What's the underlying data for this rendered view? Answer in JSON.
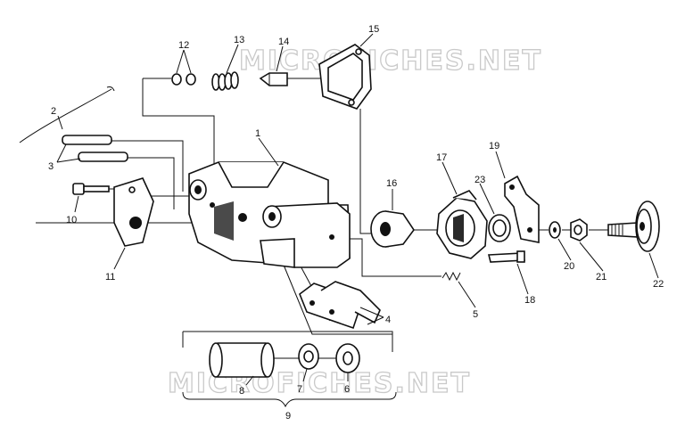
{
  "watermarks": [
    "MICROFICHES.NET",
    "MICROFICHES.NET"
  ],
  "callouts": [
    "1",
    "2",
    "3",
    "4",
    "5",
    "6",
    "7",
    "8",
    "9",
    "10",
    "11",
    "12",
    "13",
    "14",
    "15",
    "16",
    "17",
    "18",
    "19",
    "20",
    "21",
    "22",
    "23"
  ],
  "colors": {
    "ink": "#111111",
    "watermark": "#c9c9c9",
    "background": "#ffffff"
  }
}
